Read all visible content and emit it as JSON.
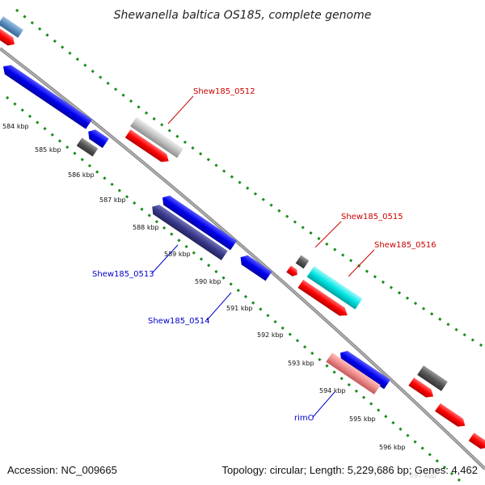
{
  "title": "Shewanella baltica OS185, complete genome",
  "footer": {
    "accession": "Accession: NC_009665",
    "summary": "Topology: circular; Length: 5,229,686 bp; Genes: 4,462"
  },
  "ticks": [
    "584 kbp",
    "585 kbp",
    "586 kbp",
    "587 kbp",
    "588 kbp",
    "589 kbp",
    "590 kbp",
    "591 kbp",
    "592 kbp",
    "593 kbp",
    "594 kbp",
    "595 kbp",
    "596 kbp",
    "597 kbp"
  ],
  "gene_labels": {
    "shew0512": "Shew185_0512",
    "shew0513": "Shew185_0513",
    "shew0514": "Shew185_0514",
    "shew0515": "Shew185_0515",
    "shew0516": "Shew185_0516",
    "rimO": "rimO"
  },
  "colors": {
    "backbone": "#8c8c8c",
    "dots": "#1a8c1a",
    "red": "#ff0000",
    "blue": "#0000ee",
    "navy": "#3a3a8c",
    "gray": "#555555",
    "lightgray": "#c0c0c0",
    "cyan": "#00e5e5",
    "pink": "#ee8a8a",
    "steel": "#5b8fc0",
    "label_red": "#cc0000",
    "label_blue": "#0000cc"
  }
}
